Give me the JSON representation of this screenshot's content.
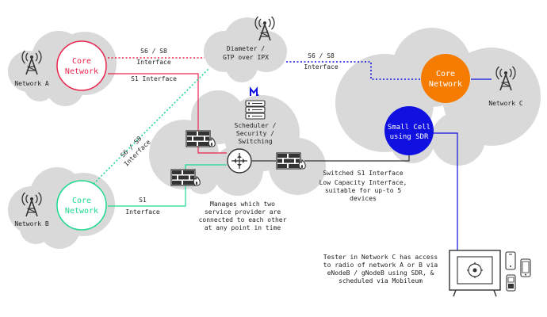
{
  "nodes": {
    "core_a": {
      "line1": "Core",
      "line2": "Network"
    },
    "core_b": {
      "line1": "Core",
      "line2": "Network"
    },
    "core_c": {
      "line1": "Core",
      "line2": "Network"
    },
    "small_cell": {
      "line1": "Small Cell",
      "line2": "using SDR"
    },
    "diameter": {
      "line1": "Diameter /",
      "line2": "GTP over IPX"
    },
    "scheduler": {
      "line1": "Scheduler /",
      "line2": "Security /",
      "line3": "Switching"
    }
  },
  "networks": {
    "a": "Network A",
    "b": "Network B",
    "c": "Network C"
  },
  "links": {
    "top_s6": {
      "line1": "S6 / S8",
      "line2": "Interface"
    },
    "top_s1": "S1 Interface",
    "right_s6": {
      "line1": "S6 / S8",
      "line2": "Interface"
    },
    "diag_s6": {
      "line1": "S6 / S8",
      "line2": "Interface"
    },
    "bottom_s1": {
      "line1": "S1",
      "line2": "Interface"
    }
  },
  "notes": {
    "switched": {
      "line1": "Switched S1 Interface",
      "line2": "Low Capacity Interface,",
      "line3": "suitable for up-to 5",
      "line4": "devices"
    },
    "manages": {
      "line1": "Manages which two",
      "line2": "service provider are",
      "line3": "connected to each other",
      "line4": "at any point in time"
    },
    "tester": {
      "line1": "Tester in Network C has access",
      "line2": "to radio of network A or B via",
      "line3": "eNodeB / gNodeB using SDR, &",
      "line4": "scheduled via Mobileum"
    }
  },
  "colors": {
    "red": "#e8264f",
    "green": "#1ed98f",
    "orange": "#f57c00",
    "blue": "#1010e0",
    "cloud": "#d9d9d9"
  },
  "icons": [
    "antenna-icon",
    "firewall-icon",
    "router-icon",
    "server-icon",
    "mobileum-logo",
    "tester-cabinet-icon",
    "phone-icon"
  ]
}
